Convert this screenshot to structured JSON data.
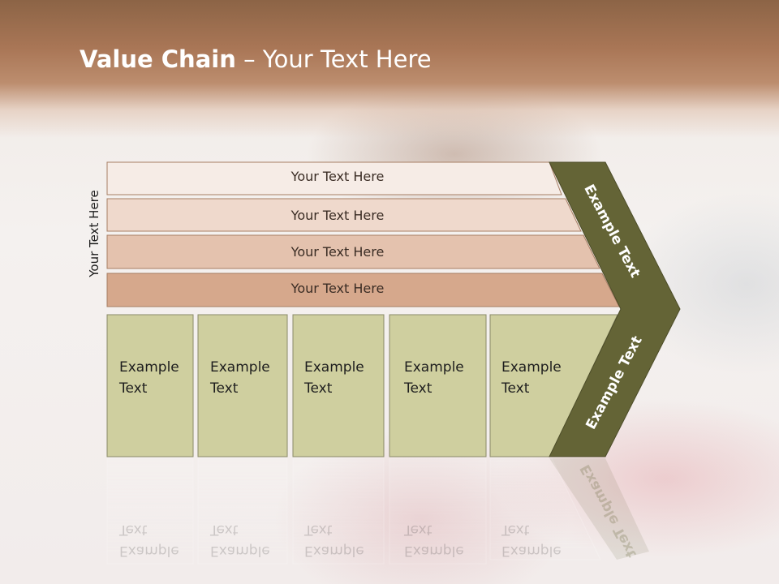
{
  "title": {
    "bold": "Value Chain",
    "rest": " – Your Text Here"
  },
  "side_label": "Your Text Here",
  "rows": [
    {
      "label": "Your Text Here"
    },
    {
      "label": "Your Text Here"
    },
    {
      "label": "Your Text Here"
    },
    {
      "label": "Your Text Here"
    }
  ],
  "boxes": [
    {
      "line1": "Example",
      "line2": "Text"
    },
    {
      "line1": "Example",
      "line2": "Text"
    },
    {
      "line1": "Example",
      "line2": "Text"
    },
    {
      "line1": "Example",
      "line2": "Text"
    },
    {
      "line1": "Example",
      "line2": "Text"
    }
  ],
  "chevron": {
    "top_label": "Example Text",
    "bottom_label": "Example Text"
  },
  "colors": {
    "row_fills": [
      "#f6ece6",
      "#efd9cc",
      "#e4c2ae",
      "#d6a88c"
    ],
    "box_fill": "#cfcf9f",
    "chevron_fill": "#646436"
  }
}
